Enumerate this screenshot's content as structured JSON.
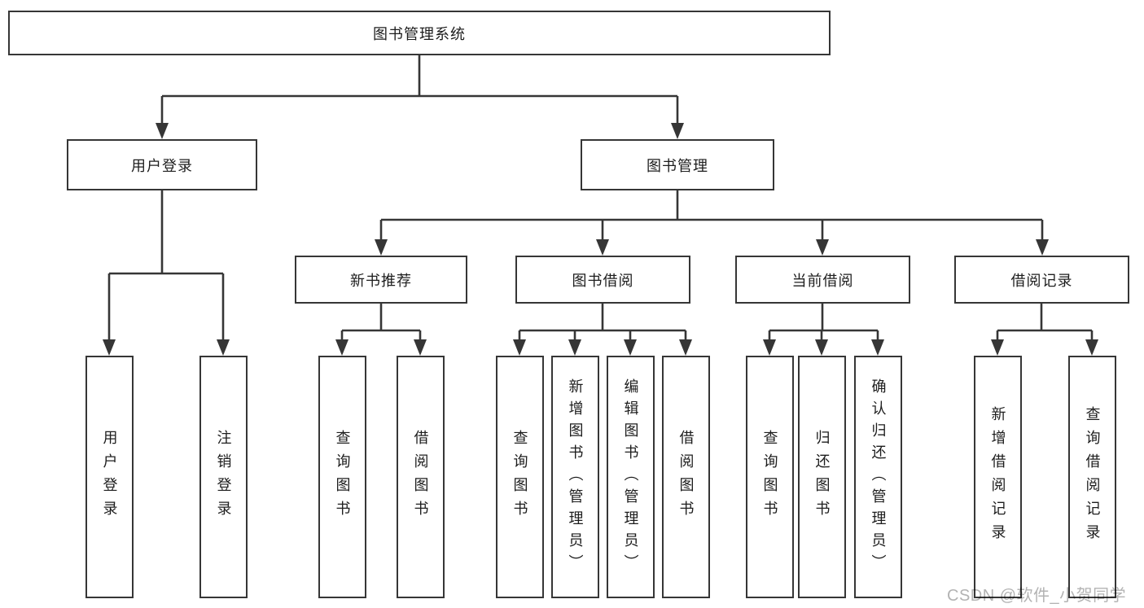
{
  "tree": {
    "root": {
      "label": "图书管理系统",
      "children": [
        {
          "label": "用户登录",
          "children": [
            {
              "label": "用户登录"
            },
            {
              "label": "注销登录"
            }
          ]
        },
        {
          "label": "图书管理",
          "children": [
            {
              "label": "新书推荐",
              "children": [
                {
                  "label": "查询图书"
                },
                {
                  "label": "借阅图书"
                }
              ]
            },
            {
              "label": "图书借阅",
              "children": [
                {
                  "label": "查询图书"
                },
                {
                  "label": "新增图书（管理员）"
                },
                {
                  "label": "编辑图书（管理员）"
                },
                {
                  "label": "借阅图书"
                }
              ]
            },
            {
              "label": "当前借阅",
              "children": [
                {
                  "label": "查询图书"
                },
                {
                  "label": "归还图书"
                },
                {
                  "label": "确认归还（管理员）"
                }
              ]
            },
            {
              "label": "借阅记录",
              "children": [
                {
                  "label": "新增借阅记录"
                },
                {
                  "label": "查询借阅记录"
                }
              ]
            }
          ]
        }
      ]
    }
  },
  "watermark": {
    "text": "CSDN @软件_小贺同学"
  },
  "colors": {
    "line": "#363636",
    "box_border": "#363636",
    "text": "#1d1d1d",
    "watermark": "#b3b3b3",
    "background": "#ffffff"
  }
}
